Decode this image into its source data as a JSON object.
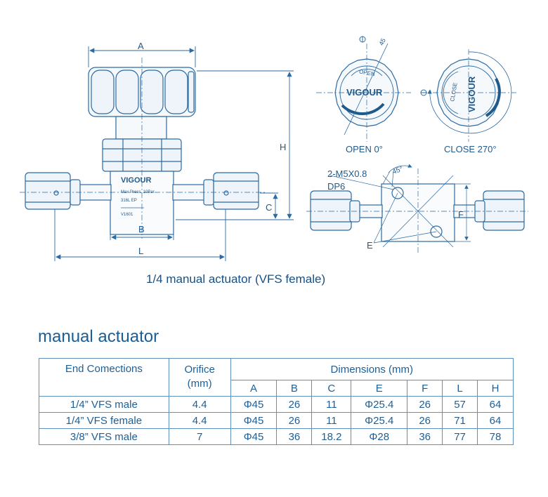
{
  "diagram": {
    "dim_labels": {
      "A": "A",
      "B": "B",
      "C": "C",
      "H": "H",
      "L": "L",
      "E": "E",
      "F": "F"
    },
    "brand": "VIGOUR",
    "body_text": {
      "line1": "Max Press. 10Bar",
      "line2": "316L  EP",
      "line3": "V1601"
    },
    "open_view": {
      "tag": "OPEN",
      "angle_mark": "45",
      "caption": "OPEN  0°"
    },
    "close_view": {
      "tag": "CLOSE",
      "caption": "CLOSE  270°"
    },
    "bottom_view": {
      "thread": "2-M5X0.8",
      "depth": "DP6",
      "angle": "45°"
    },
    "caption": "1/4 manual actuator (VFS female)"
  },
  "section_title": "manual actuator",
  "table": {
    "headers": {
      "end": "End Comections",
      "orifice": "Orifice",
      "orifice_unit": "(mm)",
      "dimensions": "Dimensions (mm)"
    },
    "dim_columns": [
      "A",
      "B",
      "C",
      "E",
      "F",
      "L",
      "H"
    ],
    "rows": [
      {
        "end": "1/4”  VFS male",
        "orifice": "4.4",
        "dims": [
          "Φ45",
          "26",
          "11",
          "Φ25.4",
          "26",
          "57",
          "64"
        ]
      },
      {
        "end": "1/4”  VFS female",
        "orifice": "4.4",
        "dims": [
          "Φ45",
          "26",
          "11",
          "Φ25.4",
          "26",
          "71",
          "64"
        ]
      },
      {
        "end": "3/8”  VFS male",
        "orifice": "7",
        "dims": [
          "Φ45",
          "36",
          "18.2",
          "Φ28",
          "36",
          "77",
          "78"
        ]
      }
    ]
  },
  "colors": {
    "line": "#2b6aa3",
    "fill": "#eef4fa",
    "accent": "#1f5a8c"
  }
}
